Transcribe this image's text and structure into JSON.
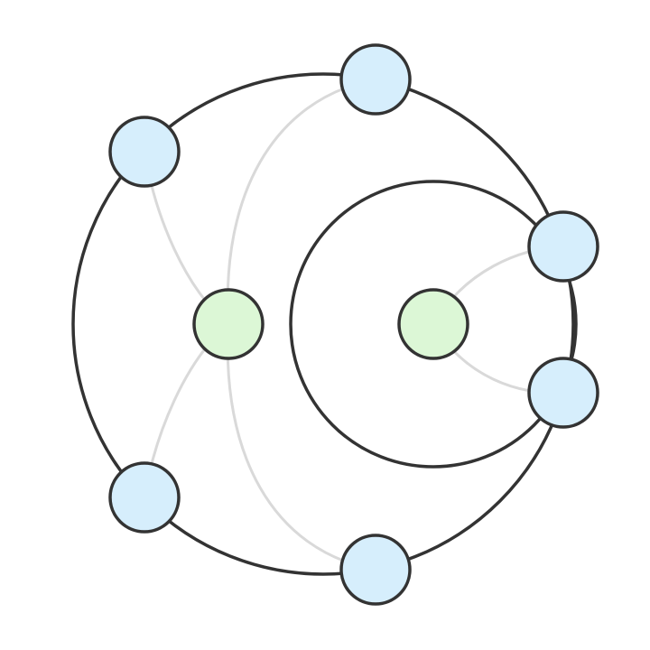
{
  "diagram": {
    "kind": "node-link",
    "colors": {
      "background": "#ffffff",
      "outline": "#333333",
      "edge": "#d9d9d9",
      "outer_node_fill": "#d6eefc",
      "center_node_fill": "#dcf7d6"
    },
    "rings": [
      {
        "id": "outer-ring",
        "members": [
          "n1",
          "n2",
          "n3",
          "n4",
          "n5",
          "n6"
        ]
      },
      {
        "id": "inner-ring",
        "members": [
          "n3",
          "n4"
        ]
      }
    ],
    "nodes": [
      {
        "id": "n1",
        "role": "peripheral"
      },
      {
        "id": "n2",
        "role": "peripheral"
      },
      {
        "id": "n3",
        "role": "peripheral"
      },
      {
        "id": "n4",
        "role": "peripheral"
      },
      {
        "id": "n5",
        "role": "peripheral"
      },
      {
        "id": "n6",
        "role": "peripheral"
      },
      {
        "id": "c1",
        "role": "center"
      },
      {
        "id": "c2",
        "role": "center"
      }
    ],
    "edges": [
      {
        "from": "c1",
        "to": "n1"
      },
      {
        "from": "c1",
        "to": "n2"
      },
      {
        "from": "c1",
        "to": "n5"
      },
      {
        "from": "c1",
        "to": "n6"
      },
      {
        "from": "c2",
        "to": "n3"
      },
      {
        "from": "c2",
        "to": "n4"
      }
    ]
  }
}
